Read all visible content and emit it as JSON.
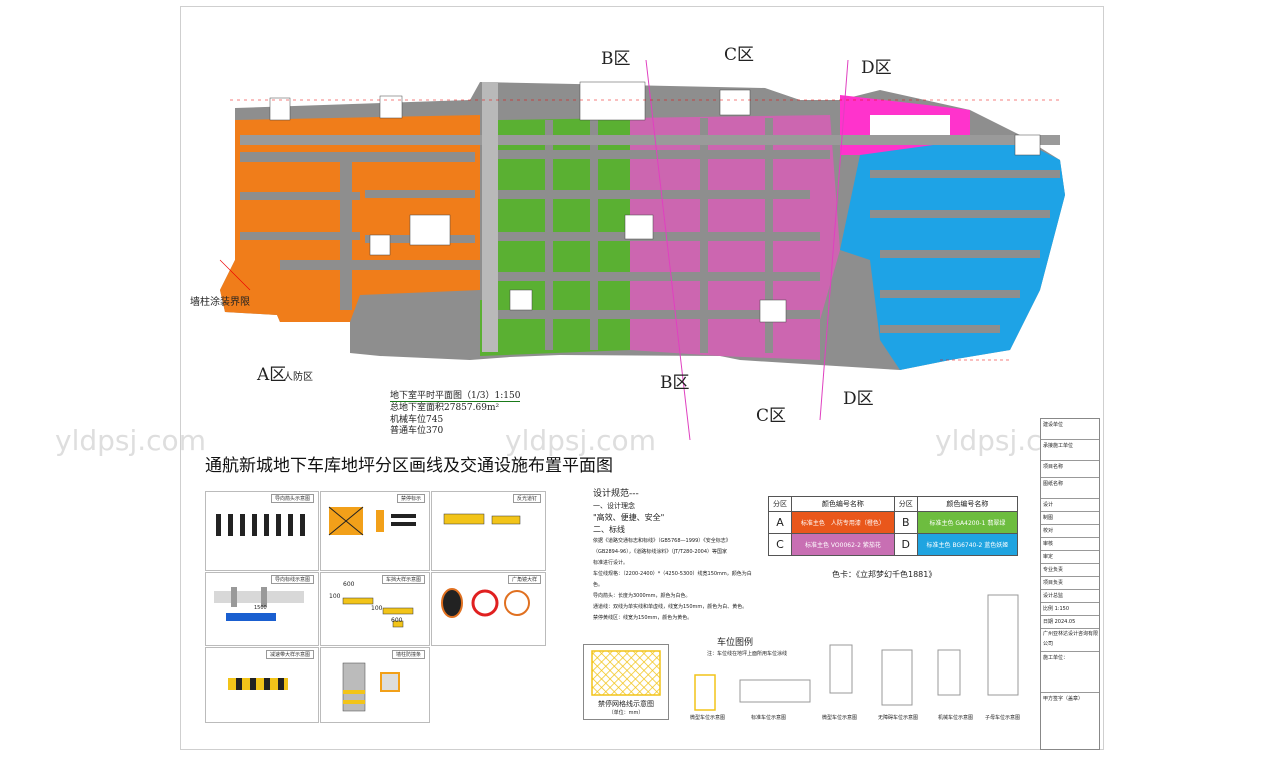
{
  "watermarks": [
    "yldpsj.com",
    "yldpsj.com",
    "yldpsj.com"
  ],
  "zones": {
    "b_top": "B区",
    "c_top": "C区",
    "d_top": "D区",
    "a_bottom": "A区",
    "a_sub": "人防区",
    "b_bottom": "B区",
    "c_bottom": "C区",
    "d_bottom": "D区"
  },
  "wall_note": "墙柱涂装界限",
  "plan_caption": {
    "title": "地下室平时平面图（1/3）1:150",
    "area": "总地下室面积27857.69m²",
    "spaces_a": "机械车位745",
    "spaces_b": "普通车位370"
  },
  "main_title": "通航新城地下车库地坪分区画线及交通设施布置平面图",
  "spec": {
    "heading": "设计规范---",
    "sec1": "一、设计理念",
    "slogan": "\"高效、便捷、安全\"",
    "sec2": "二、标线",
    "lines": [
      "依据《道路交通标志和标线》（GB5768—1999）《安全标志》",
      "（GB2894-96），《道路标线涂料》（JT/T280-2004）等国家",
      "标准进行设计。",
      "车位线规格：（2200-2400）*（4250-5300）线宽150mm，颜色为白色。",
      "导向箭头：长度为3000mm，颜色为白色。",
      "通道线：双线为单实线和单虚线，线宽为150mm，颜色为白、黄色。",
      "禁停黄线区：线宽为150mm，颜色为黄色。"
    ]
  },
  "legend": {
    "h_zone": "分区",
    "h_color": "颜色编号名称",
    "rows": [
      {
        "zone": "A",
        "text1": "标准主色",
        "text2": "人防专用漆（橙色）",
        "color": "#e9571b"
      },
      {
        "zone": "B",
        "text1": "标准主色",
        "text2": "GA4200-1",
        "text3": "翡翠绿",
        "color": "#6dbd3f"
      },
      {
        "zone": "C",
        "text1": "标准主色",
        "text2": "VO0062-2",
        "text3": "紫茄花",
        "color": "#c86fb3"
      },
      {
        "zone": "D",
        "text1": "标准主色",
        "text2": "BG6740-2",
        "text3": "蓝色妖姬",
        "color": "#1fa4e0"
      }
    ],
    "caption": "色卡：《立邦梦幻千色1881》"
  },
  "panels": {
    "p1": "导向箭头示意图",
    "p2": "禁停标示",
    "p3": "反光道钉",
    "p4": "导向标线示意图",
    "p5": "车挡大样示意图",
    "p6": "广角镜大样",
    "p7": "减速带大样示意图",
    "p8": "墙柱防撞条",
    "p5_dims": [
      "600",
      "100",
      "600",
      "100"
    ],
    "p4_dim": "1500"
  },
  "parking_legend": {
    "title": "车位图例",
    "note": "注：车位线在地坪上面所用车位涂线",
    "grid_title": "禁停网格线示意图",
    "grid_unit": "（单位：mm）",
    "items": [
      "微型车位示意图",
      "标准车位示意图",
      "微型车位示意图",
      "无障碍车位示意图",
      "机械车位示意图",
      "子母车位示意图"
    ],
    "unit": "（单位：mm）"
  },
  "title_block": {
    "rows": [
      "建设单位",
      "承接施工单位",
      "项目名称",
      "图纸名称",
      "设计",
      "制图",
      "校对",
      "审核",
      "审定",
      "专业负责",
      "项目负责",
      "设计总监"
    ],
    "scale_label": "比例",
    "scale": "1:150",
    "date_label": "日期",
    "date": "2024.05",
    "company": "广州亚林达设计咨询有限公司",
    "sign": "施工单位：",
    "stamp": "甲方签字（盖章）"
  },
  "zone_colors": {
    "A": "#f07d1a",
    "B": "#5ab032",
    "C": "#cc66b0",
    "D": "#1ea3e6",
    "road": "#8e8e8e"
  }
}
